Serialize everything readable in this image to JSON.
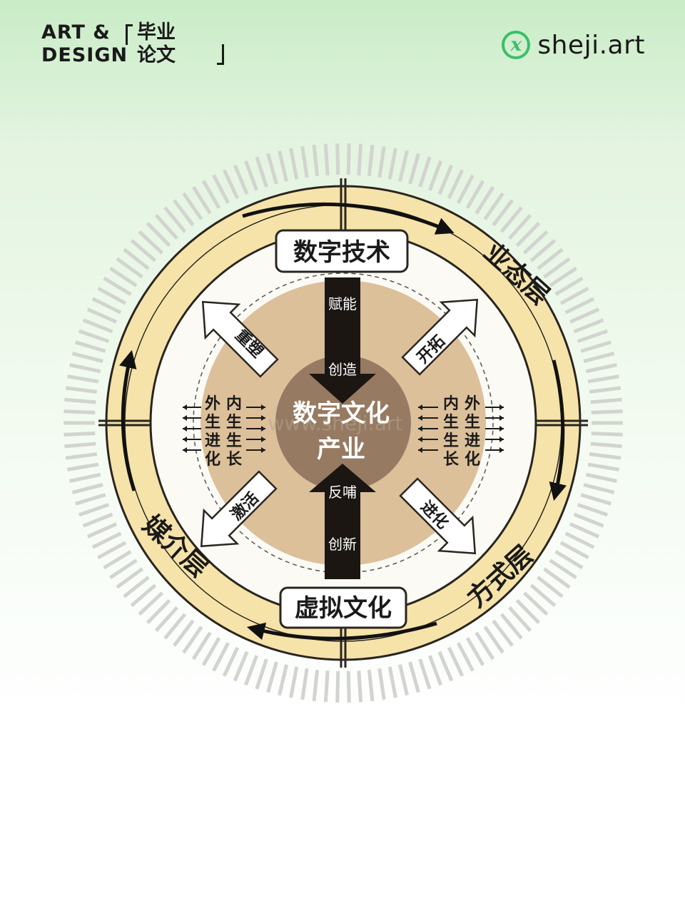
{
  "brand": {
    "left_en_line1": "ART &",
    "left_en_line2": "DESIGN",
    "left_cn_line1": "毕业",
    "left_cn_line2": "论文",
    "right_icon": "x-circle-icon",
    "right_text": "sheji.art"
  },
  "diagram": {
    "center_line1": "数字文化",
    "center_line2": "产业",
    "top_box": "数字技术",
    "bottom_box": "虚拟文化",
    "layer_top_right": "业态层",
    "layer_bottom_right": "方式层",
    "layer_bottom_left": "媒介层",
    "arrow_down_top": "赋能",
    "arrow_down_bottom": "创造",
    "arrow_up_top": "反哺",
    "arrow_up_bottom": "创新",
    "diag_ul": "重塑",
    "diag_ur": "开拓",
    "diag_ll": "激活",
    "diag_lr": "进化",
    "left_outer": [
      "外",
      "生",
      "进",
      "化"
    ],
    "left_inner": [
      "内",
      "生",
      "生",
      "长"
    ],
    "right_inner": [
      "内",
      "生",
      "生",
      "长"
    ],
    "right_outer": [
      "外",
      "生",
      "进",
      "化"
    ],
    "watermark": "www.sheji.art"
  },
  "colors": {
    "ring_fill": "#f6e3a9",
    "inner_disc": "#dcc09a",
    "center_disc": "#967a62",
    "arrow_dark": "#1b1612",
    "accent_green": "#3bbf6a"
  }
}
